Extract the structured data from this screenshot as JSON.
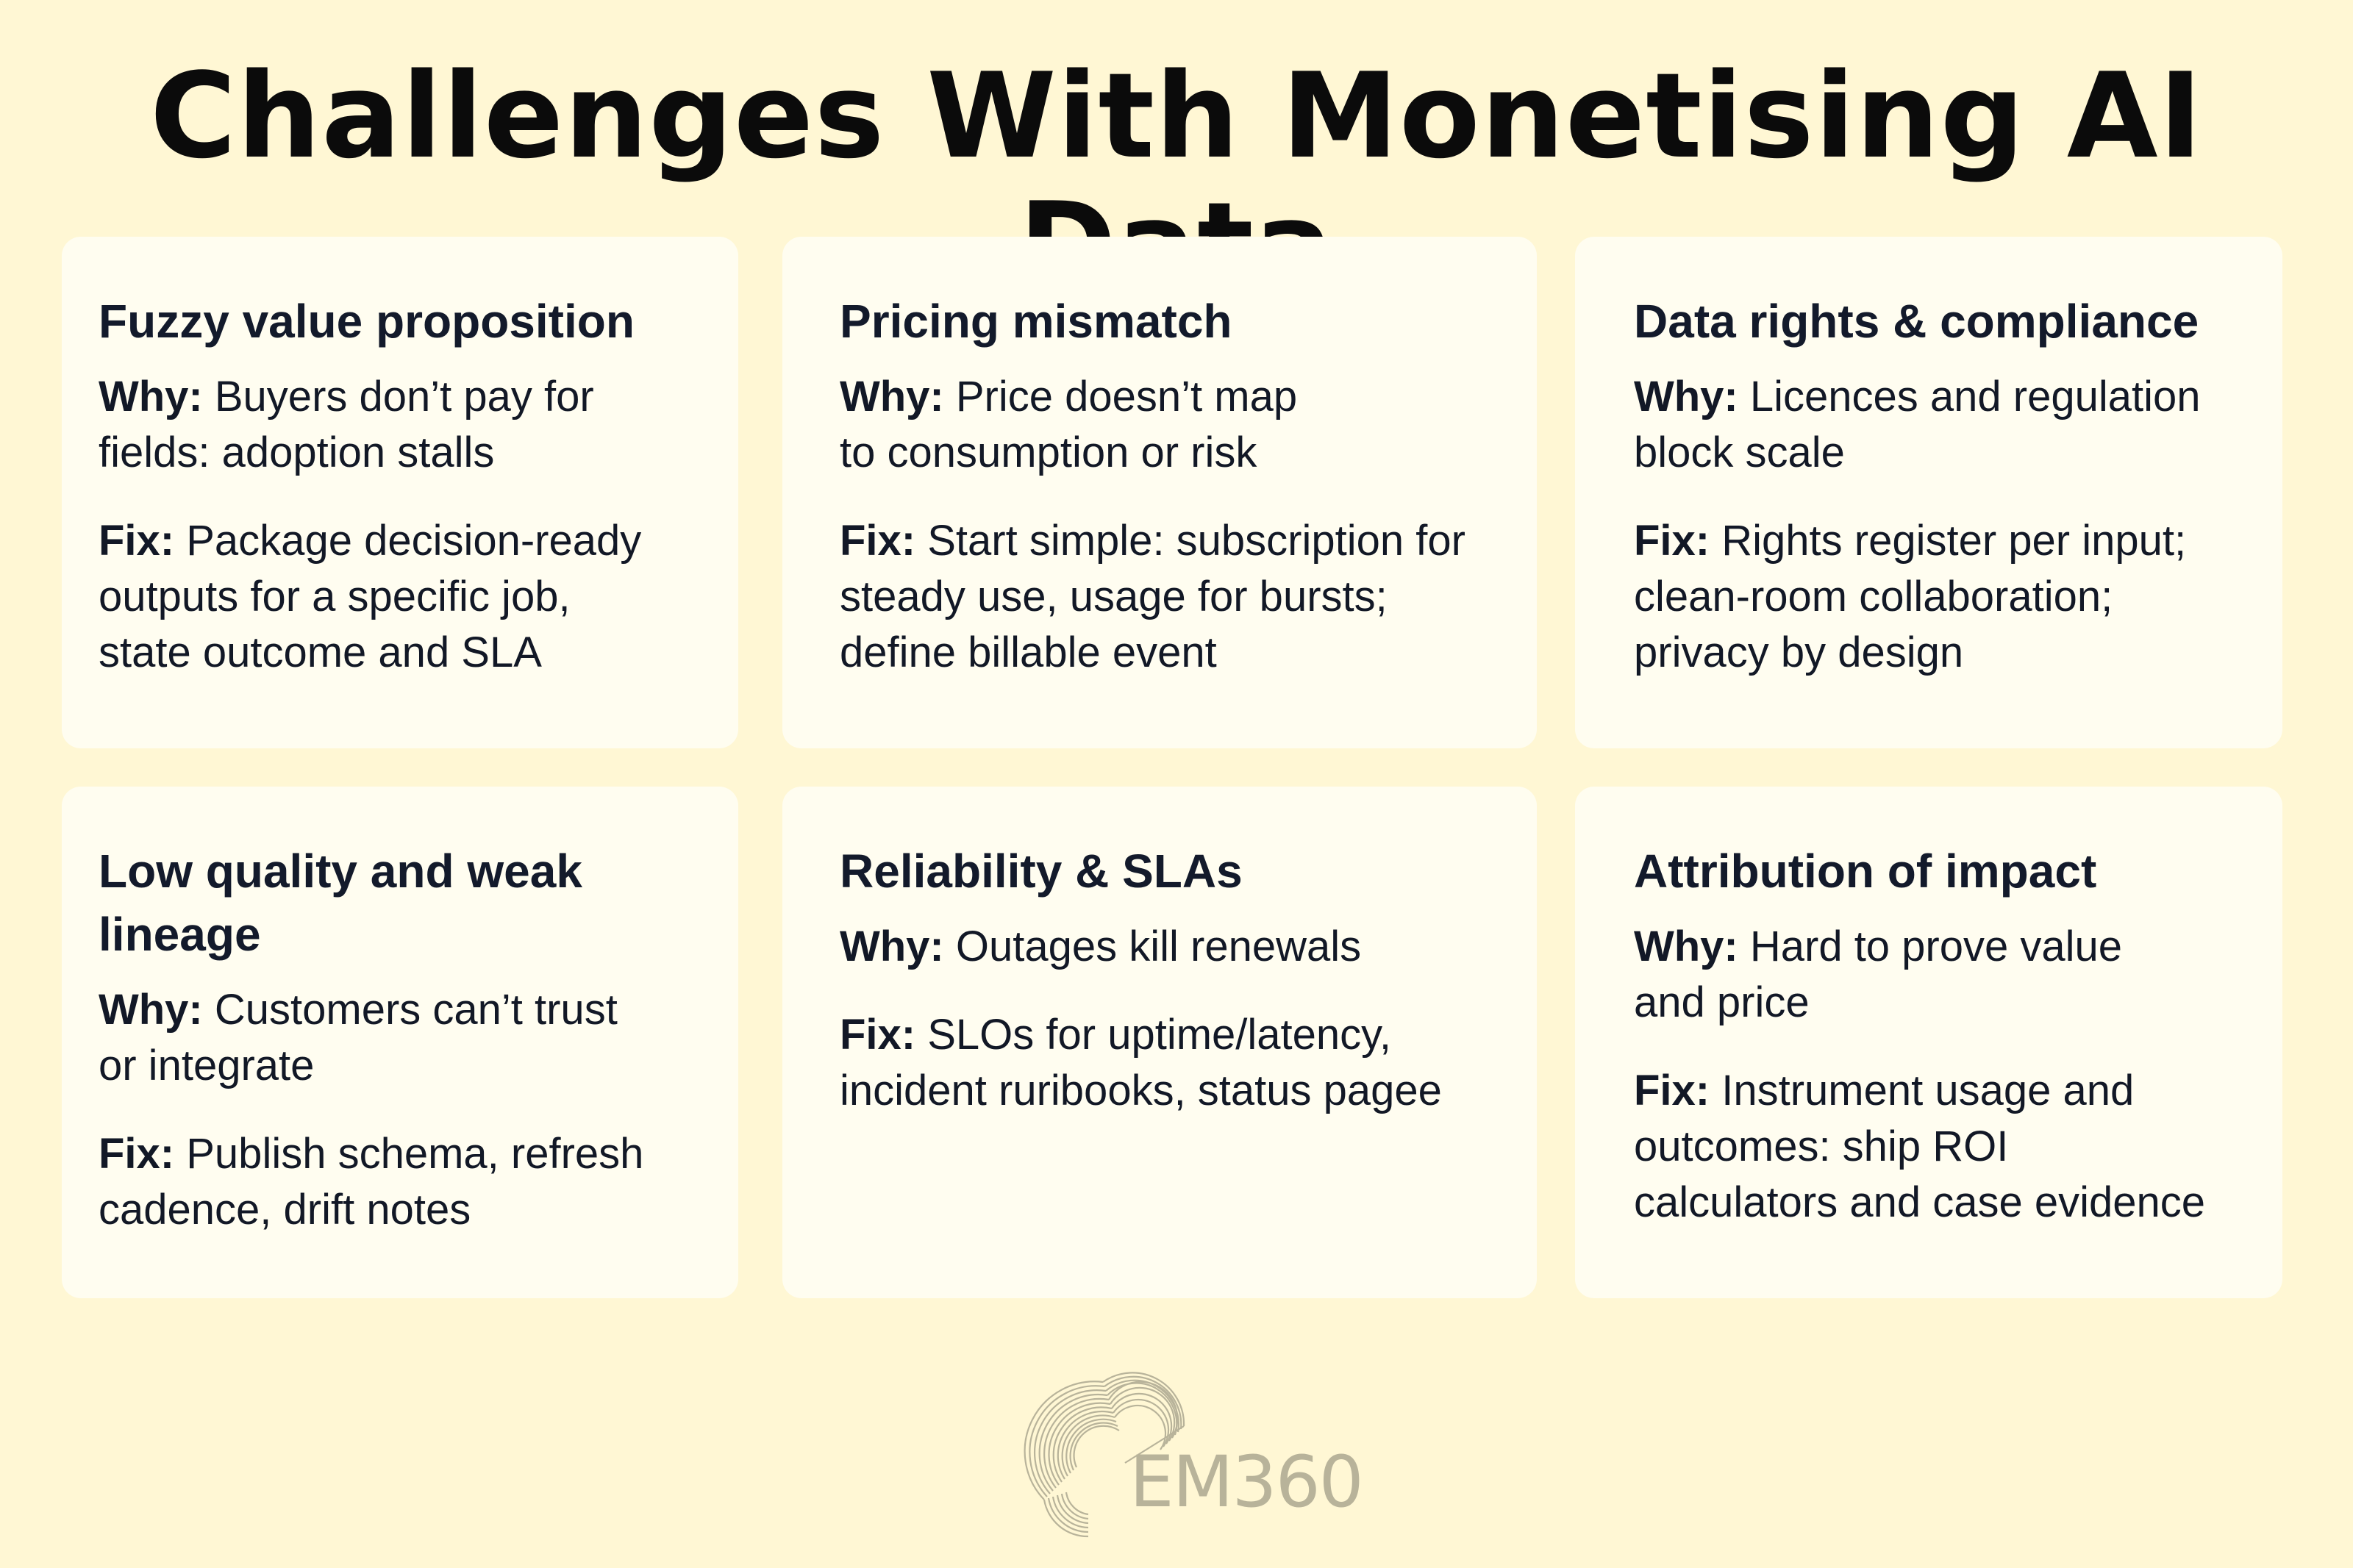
{
  "header": {
    "title": "Challenges With Monetising AI Data"
  },
  "cards": [
    {
      "title": "Fuzzy value proposition",
      "why_label": "Why:",
      "why_text": " Buyers don’t pay for fields: adoption stalls",
      "fix_label": "Fix:",
      "fix_text": " Package decision-ready outputs for a specific job, state outcome and SLA"
    },
    {
      "title": "Pricing mismatch",
      "why_label": "Why:",
      "why_text": " Price doesn’t map to consumption or risk",
      "fix_label": "Fix:",
      "fix_text": " Start simple: subscription for steady use, usage for bursts; define billable event"
    },
    {
      "title": "Data rights & compliance",
      "why_label": "Why:",
      "why_text": " Licences and regulation block scale",
      "fix_label": "Fix:",
      "fix_text": " Rights register per input; clean-room collaboration; privacy by design"
    },
    {
      "title": "Low quality and weak lineage",
      "why_label": "Why:",
      "why_text": " Customers can’t trust or integrate",
      "fix_label": "Fix:",
      "fix_text": " Publish schema, refresh cadence, drift notes"
    },
    {
      "title": "Reliability & SLAs",
      "why_label": "Why:",
      "why_text": " Outages kill renewals",
      "fix_label": "Fix:",
      "fix_text": " SLOs for uptime/latency, incident ruribooks, status pagee"
    },
    {
      "title": "Attribution of impact",
      "why_label": "Why:",
      "why_text": " Hard to prove value and price",
      "fix_label": "Fix:",
      "fix_text": " Instrument usage and outcomes: ship ROI calculators and case evidence"
    }
  ],
  "footer": {
    "logo_icon": "em360-swirl-logo-icon",
    "logo_text": "EM360"
  },
  "colors": {
    "background": "#FFF7D4",
    "card": "#FFFDF0",
    "text": "#111827",
    "logo": "#B8B39A"
  }
}
